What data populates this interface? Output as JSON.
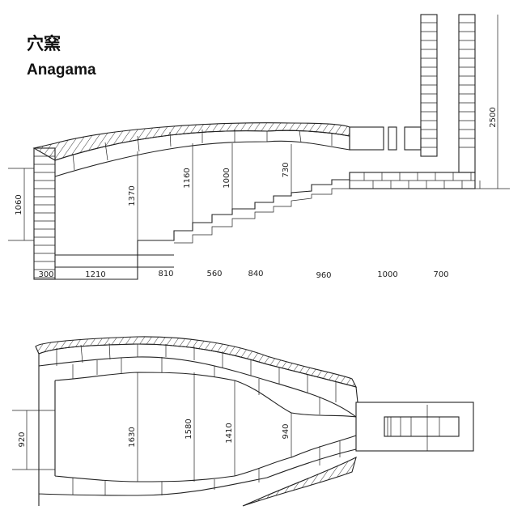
{
  "title_jp": "穴窯",
  "title_en": "Anagama",
  "section": {
    "heights": [
      "1060",
      "1370",
      "1160",
      "1000",
      "730",
      "2500"
    ],
    "lengths": [
      "300",
      "1210",
      "810",
      "560",
      "840",
      "960",
      "1000",
      "700"
    ]
  },
  "plan": {
    "widths": [
      "920",
      "1630",
      "1580",
      "1410",
      "940"
    ]
  }
}
